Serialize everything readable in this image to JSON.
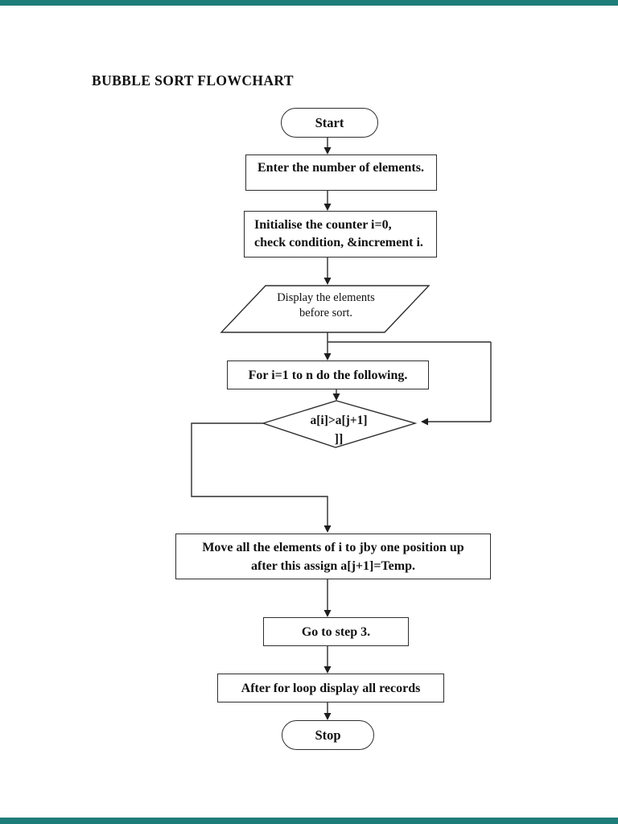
{
  "page": {
    "title": "BUBBLE SORT FLOWCHART"
  },
  "colors": {
    "accent_bar": "#1E7C79",
    "line": "#2E2E2E",
    "text": "#111111",
    "background": "#FFFFFF"
  },
  "flowchart": {
    "nodes": {
      "start": {
        "type": "terminator",
        "label": "Start"
      },
      "enter": {
        "type": "process",
        "label": "Enter the number of elements."
      },
      "init": {
        "type": "process",
        "line1": "Initialise the counter i=0,",
        "line2": "check condition, &increment i."
      },
      "display": {
        "type": "input-output",
        "line1": "Display the elements",
        "line2": "before sort."
      },
      "forloop": {
        "type": "process",
        "label": "For i=1 to n do the following."
      },
      "decision": {
        "type": "decision",
        "line1": "a[i]>a[j+1]",
        "line2": "]]"
      },
      "move": {
        "type": "process",
        "line1": "Move all the elements of i to jby one position up",
        "line2": "after this assign a[j+1]=Temp."
      },
      "goto": {
        "type": "process",
        "label": "Go to step 3."
      },
      "after": {
        "type": "process",
        "label": "After for loop display all records"
      },
      "stop": {
        "type": "terminator",
        "label": "Stop"
      }
    }
  }
}
